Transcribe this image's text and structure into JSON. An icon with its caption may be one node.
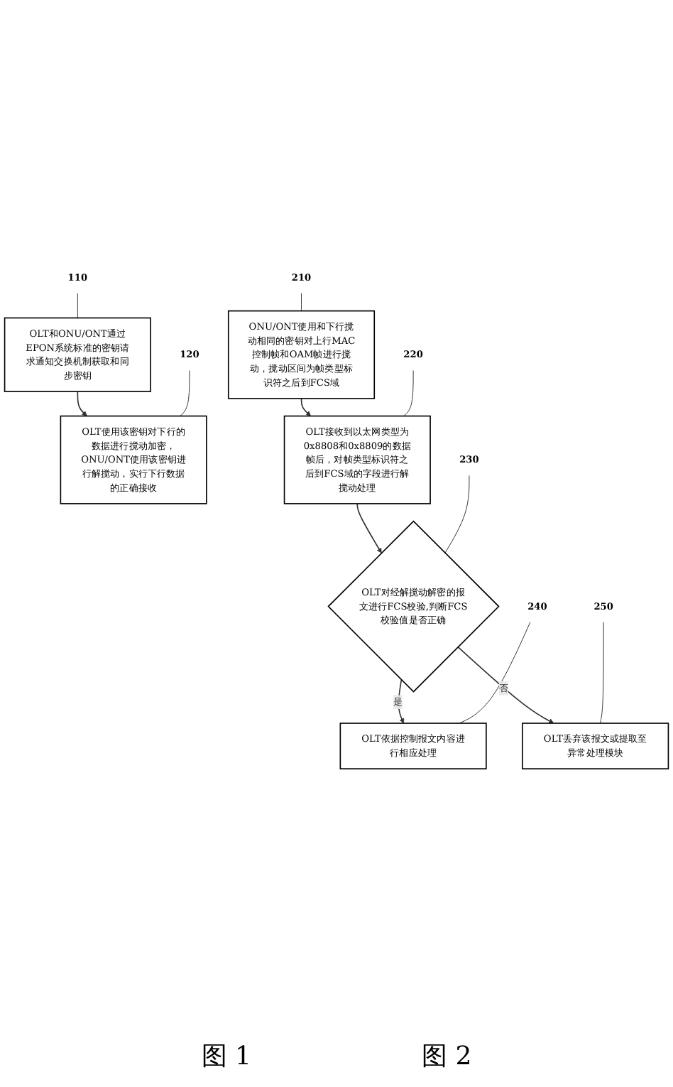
{
  "diagram": {
    "nodes": [
      {
        "text": [
          "OLT和ONU/ONT通过EPON系统标准的密钥请求通知交换机制获取和同步密钥"
        ]
      },
      {
        "text": [
          "110"
        ]
      },
      {
        "text": [
          "OLT使用该密钥对下行的数据进行搅动加密，ONU/ONT使用该密钥进行解搅动，实行下行数据的正确接收"
        ]
      },
      {
        "text": [
          "120"
        ]
      },
      {
        "text": [
          "ONU/ONT使用和下行搅动相同的密钥对上行MAC控制帧和OAM帧进行搅动，搅动区间为帧类型标识符之后到FCS域"
        ]
      },
      {
        "text": [
          "210"
        ]
      },
      {
        "text": [
          "OLT接收到以太网类型为0x8808和0x8809的数据帧后，对帧类型标识符之后到FCS域的字段进行解搅动处理"
        ]
      },
      {
        "text": [
          "220"
        ]
      },
      {
        "text": [
          "OLT对经解搅动解密的报文进行FCS校验,判断FCS校验值是否正确"
        ]
      },
      {
        "text": [
          "230"
        ]
      },
      {
        "text": [
          "OLT依据控制报文内容进行相应处理"
        ]
      },
      {
        "text": [
          "240"
        ]
      },
      {
        "text": [
          "OLT丢弃该报文或提取至异常处理模块"
        ]
      },
      {
        "text": [
          "250"
        ]
      }
    ],
    "edges": [
      {
        "from": 0,
        "to": 2,
        "arrow": "to"
      },
      {
        "from": 1,
        "to": 0,
        "arrow": "none"
      },
      {
        "from": 3,
        "to": 2,
        "arrow": "none"
      },
      {
        "from": 4,
        "to": 6,
        "arrow": "to"
      },
      {
        "from": 5,
        "to": 4,
        "arrow": "none"
      },
      {
        "from": 6,
        "to": 8,
        "arrow": "to"
      },
      {
        "from": 7,
        "to": 6,
        "arrow": "none"
      },
      {
        "from": 8,
        "to": 10,
        "arrow": "to",
        "label": "是"
      },
      {
        "from": 9,
        "to": 8,
        "arrow": "none"
      },
      {
        "from": 8,
        "to": 12,
        "arrow": "to",
        "label": "否"
      },
      {
        "from": 11,
        "to": 10,
        "arrow": "none"
      },
      {
        "from": 13,
        "to": 12,
        "arrow": "none"
      }
    ],
    "labels": [
      "图 1",
      "图 2"
    ]
  }
}
